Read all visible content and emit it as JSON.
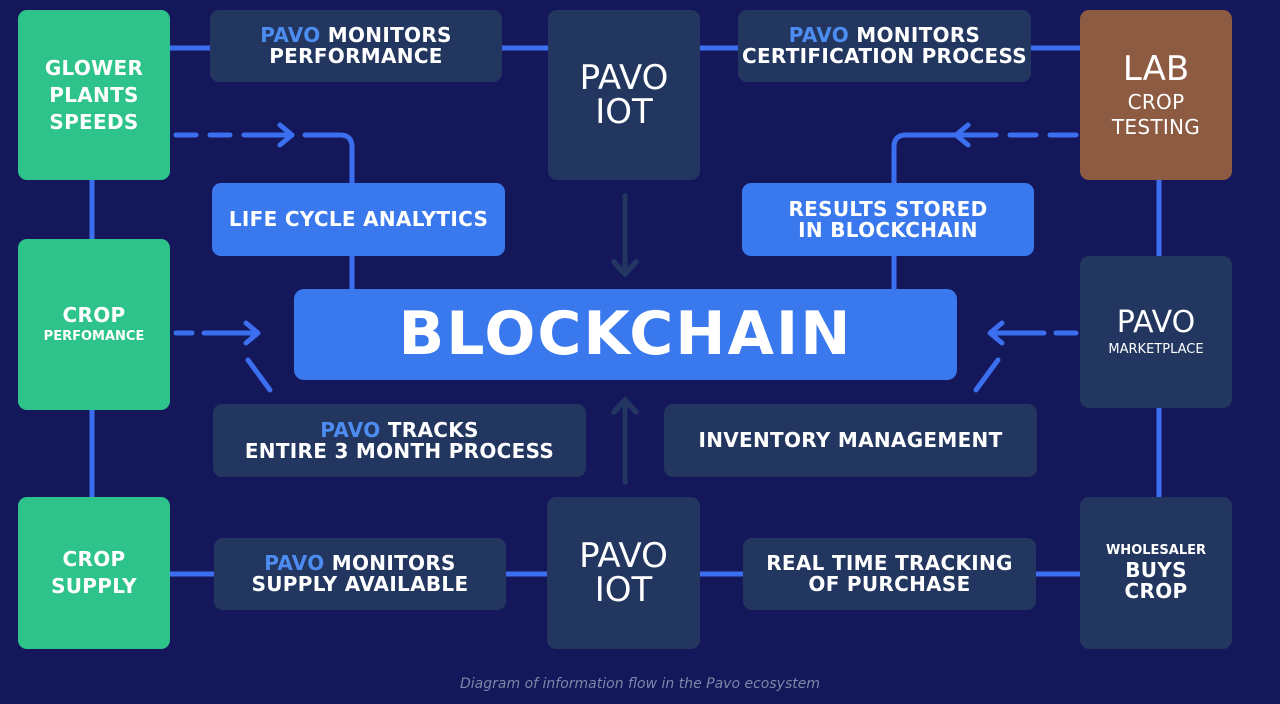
{
  "palette": {
    "background": "#14175a",
    "green": "#2ec38a",
    "navy": "#22365f",
    "blue": "#3a78ee",
    "brown": "#8c5b42",
    "connector": "#3b6ff0",
    "pavo_accent": "#4d8cf0"
  },
  "nodes": {
    "glower": [
      "GLOWER",
      "PLANTS",
      "SPEEDS"
    ],
    "crop_perf": {
      "title": "CROP",
      "sub": "PERFOMANCE"
    },
    "crop_supply": [
      "CROP",
      "SUPPLY"
    ],
    "monitors_perf": {
      "pavo": "PAVO",
      "rest": "MONITORS",
      "line2": "PERFORMANCE"
    },
    "pavo_iot_top": [
      "PAVO",
      "IOT"
    ],
    "monitors_cert": {
      "pavo": "PAVO",
      "rest": "MONITORS",
      "line2": "CERTIFICATION PROCESS"
    },
    "lab": {
      "title": "LAB",
      "line2": "CROP",
      "line3": "TESTING"
    },
    "life_cycle": "LIFE CYCLE ANALYTICS",
    "results": [
      "RESULTS STORED",
      "IN BLOCKCHAIN"
    ],
    "blockchain": "BLOCKCHAIN",
    "marketplace": {
      "title": "PAVO",
      "sub": "MARKETPLACE"
    },
    "tracks": {
      "pavo": "PAVO",
      "rest": "TRACKS",
      "line2": "ENTIRE 3 MONTH PROCESS"
    },
    "inventory": "INVENTORY MANAGEMENT",
    "monitors_supply": {
      "pavo": "PAVO",
      "rest": "MONITORS",
      "line2": "SUPPLY AVAILABLE"
    },
    "pavo_iot_bottom": [
      "PAVO",
      "IOT"
    ],
    "realtime": [
      "REAL TIME TRACKING",
      "OF PURCHASE"
    ],
    "wholesaler": {
      "sub": "WHOLESALER",
      "line2": "BUYS",
      "line3": "CROP"
    }
  },
  "caption": "Diagram of information flow in the Pavo ecosystem"
}
